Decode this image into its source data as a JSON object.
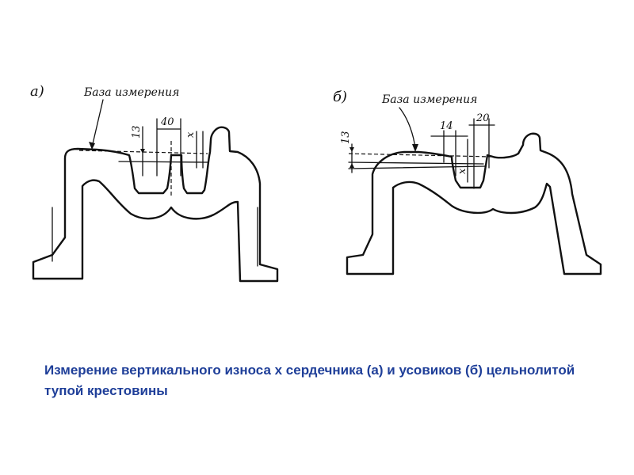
{
  "figure_a": {
    "label": "а)",
    "base_label": "База измерения",
    "dim_height": "13",
    "dim_width": "40",
    "dim_x": "x"
  },
  "figure_b": {
    "label": "б)",
    "base_label": "База измерения",
    "dim_height": "13",
    "dim_width_1": "14",
    "dim_width_2": "20",
    "dim_x": "x"
  },
  "caption": "Измерение вертикального износа х сердечника (а) и усовиков (б) цельнолитой тупой крестовины"
}
